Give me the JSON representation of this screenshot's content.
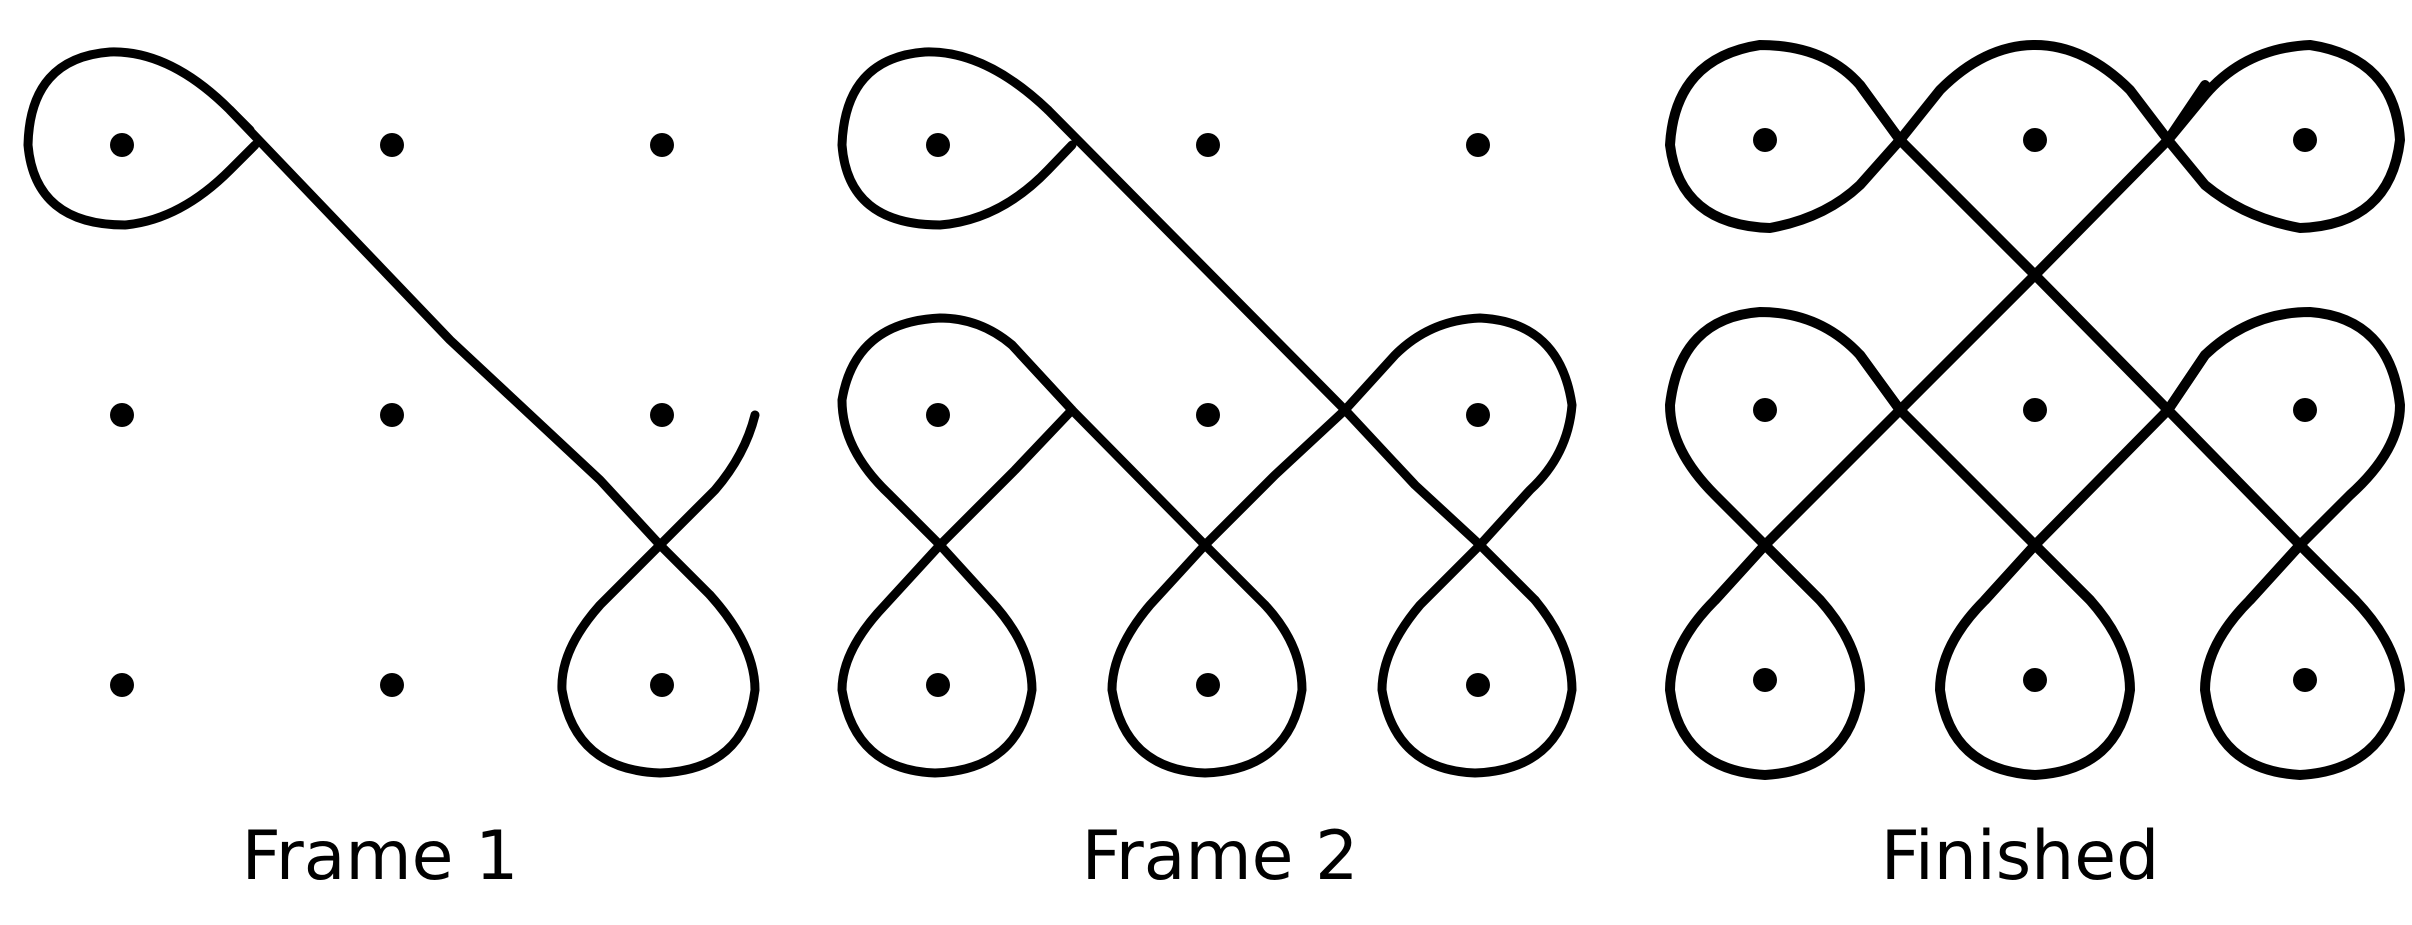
{
  "colors": {
    "ink": "#000000",
    "background": "#ffffff"
  },
  "frames": [
    {
      "caption": "Frame 1",
      "dots": 9
    },
    {
      "caption": "Frame 2",
      "dots": 9
    },
    {
      "caption": "Finished",
      "dots": 9
    }
  ]
}
